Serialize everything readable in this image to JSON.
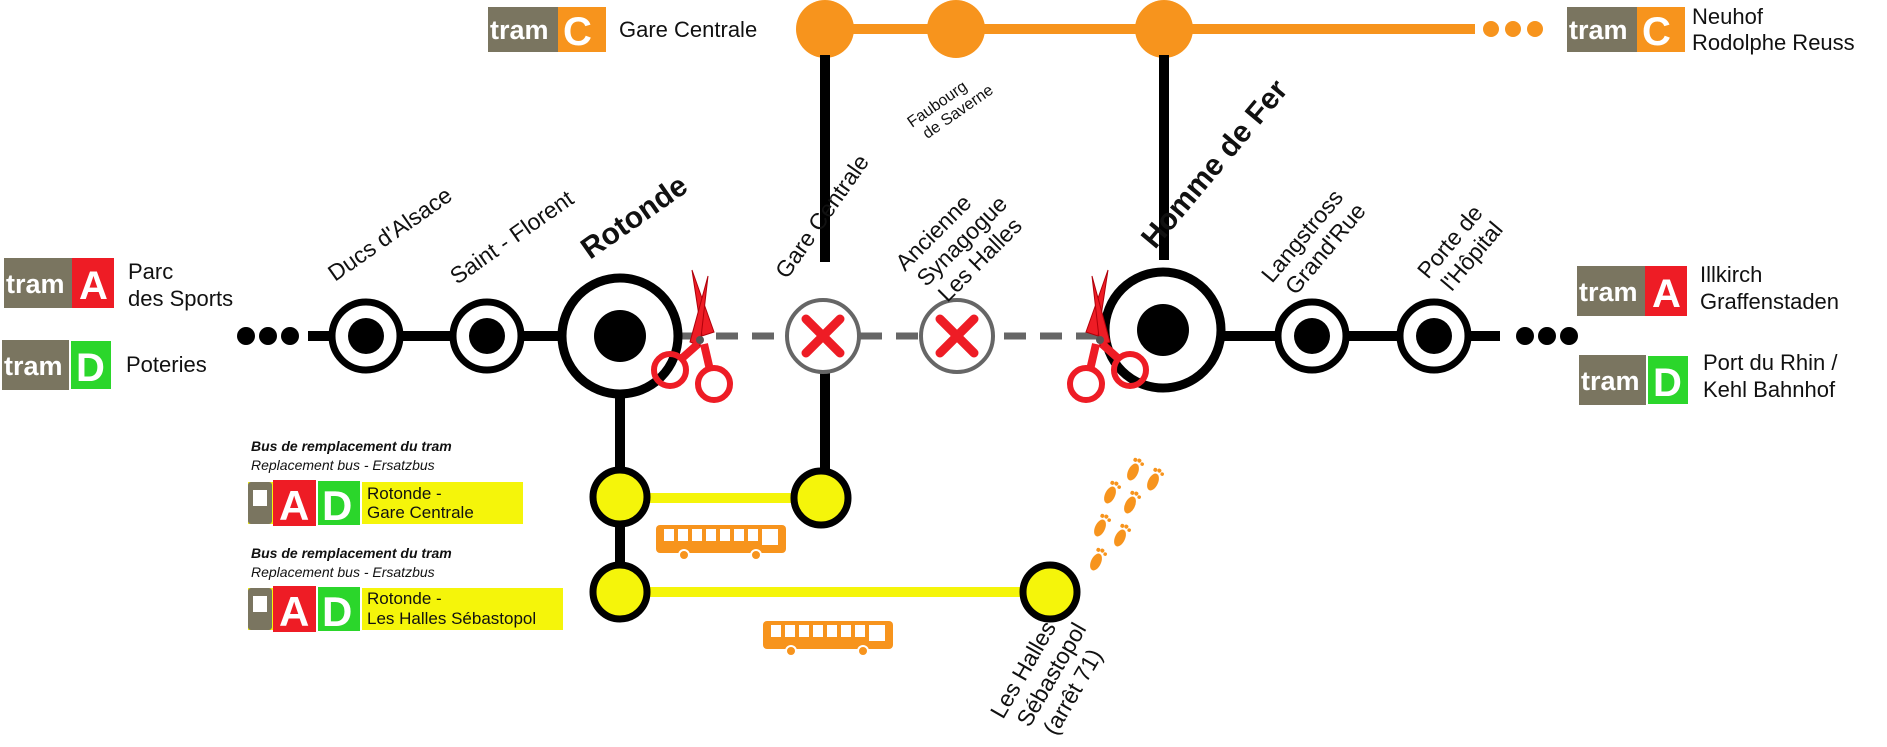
{
  "colors": {
    "tram_a": "#ee1c25",
    "tram_c": "#f7941d",
    "tram_d": "#2bd62b",
    "tram_word_bg": "#7a7560",
    "replacement_bus": "#f5f50a",
    "line": "#000000",
    "closed_link": "#666666"
  },
  "tram_c": {
    "west": {
      "word": "tram",
      "letter": "C",
      "terminus": "Gare Centrale"
    },
    "east": {
      "word": "tram",
      "letter": "C",
      "terminus_line1": "Neuhof",
      "terminus_line2": "Rodolphe Reuss"
    },
    "stop_faubourg_line1": "Faubourg",
    "stop_faubourg_line2": "de Saverne"
  },
  "west_terminals": {
    "tram_a": {
      "word": "tram",
      "letter": "A",
      "line1": "Parc",
      "line2": "des Sports"
    },
    "tram_d": {
      "word": "tram",
      "letter": "D",
      "line1": "Poteries"
    }
  },
  "east_terminals": {
    "tram_a": {
      "word": "tram",
      "letter": "A",
      "line1": "Illkirch",
      "line2": "Graffenstaden"
    },
    "tram_d": {
      "word": "tram",
      "letter": "D",
      "line1": "Port du Rhin /",
      "line2": "Kehl Bahnhof"
    }
  },
  "stations": {
    "ducs": "Ducs d'Alsace",
    "saint_florent": "Saint - Florent",
    "rotonde": "Rotonde",
    "gare_centrale": "Gare Centrale",
    "ancienne_line1": "Ancienne",
    "ancienne_line2": "Synagogue",
    "ancienne_line3": "Les Halles",
    "homme_de_fer": "Homme de Fer",
    "langstross_line1": "Langstross",
    "langstross_line2": "Grand'Rue",
    "porte_line1": "Porte de",
    "porte_line2": "l'Hôpital",
    "halles_seb_line1": "Les Halles",
    "halles_seb_line2": "Sébastopol",
    "halles_seb_line3": "(arrêt 71)"
  },
  "replacement_buses": [
    {
      "heading": "Bus de remplacement du tram",
      "subheading": "Replacement bus - Ersatzbus",
      "letter_a": "A",
      "letter_d": "D",
      "route_line1": "Rotonde -",
      "route_line2": "Gare Centrale"
    },
    {
      "heading": "Bus de remplacement du tram",
      "subheading": "Replacement bus - Ersatzbus",
      "letter_a": "A",
      "letter_d": "D",
      "route_line1": "Rotonde -",
      "route_line2": "Les Halles Sébastopol"
    }
  ],
  "icons": {
    "scissors": "scissors-icon",
    "closed": "closed-x-icon",
    "bus": "bus-icon",
    "footsteps": "footsteps-icon"
  }
}
